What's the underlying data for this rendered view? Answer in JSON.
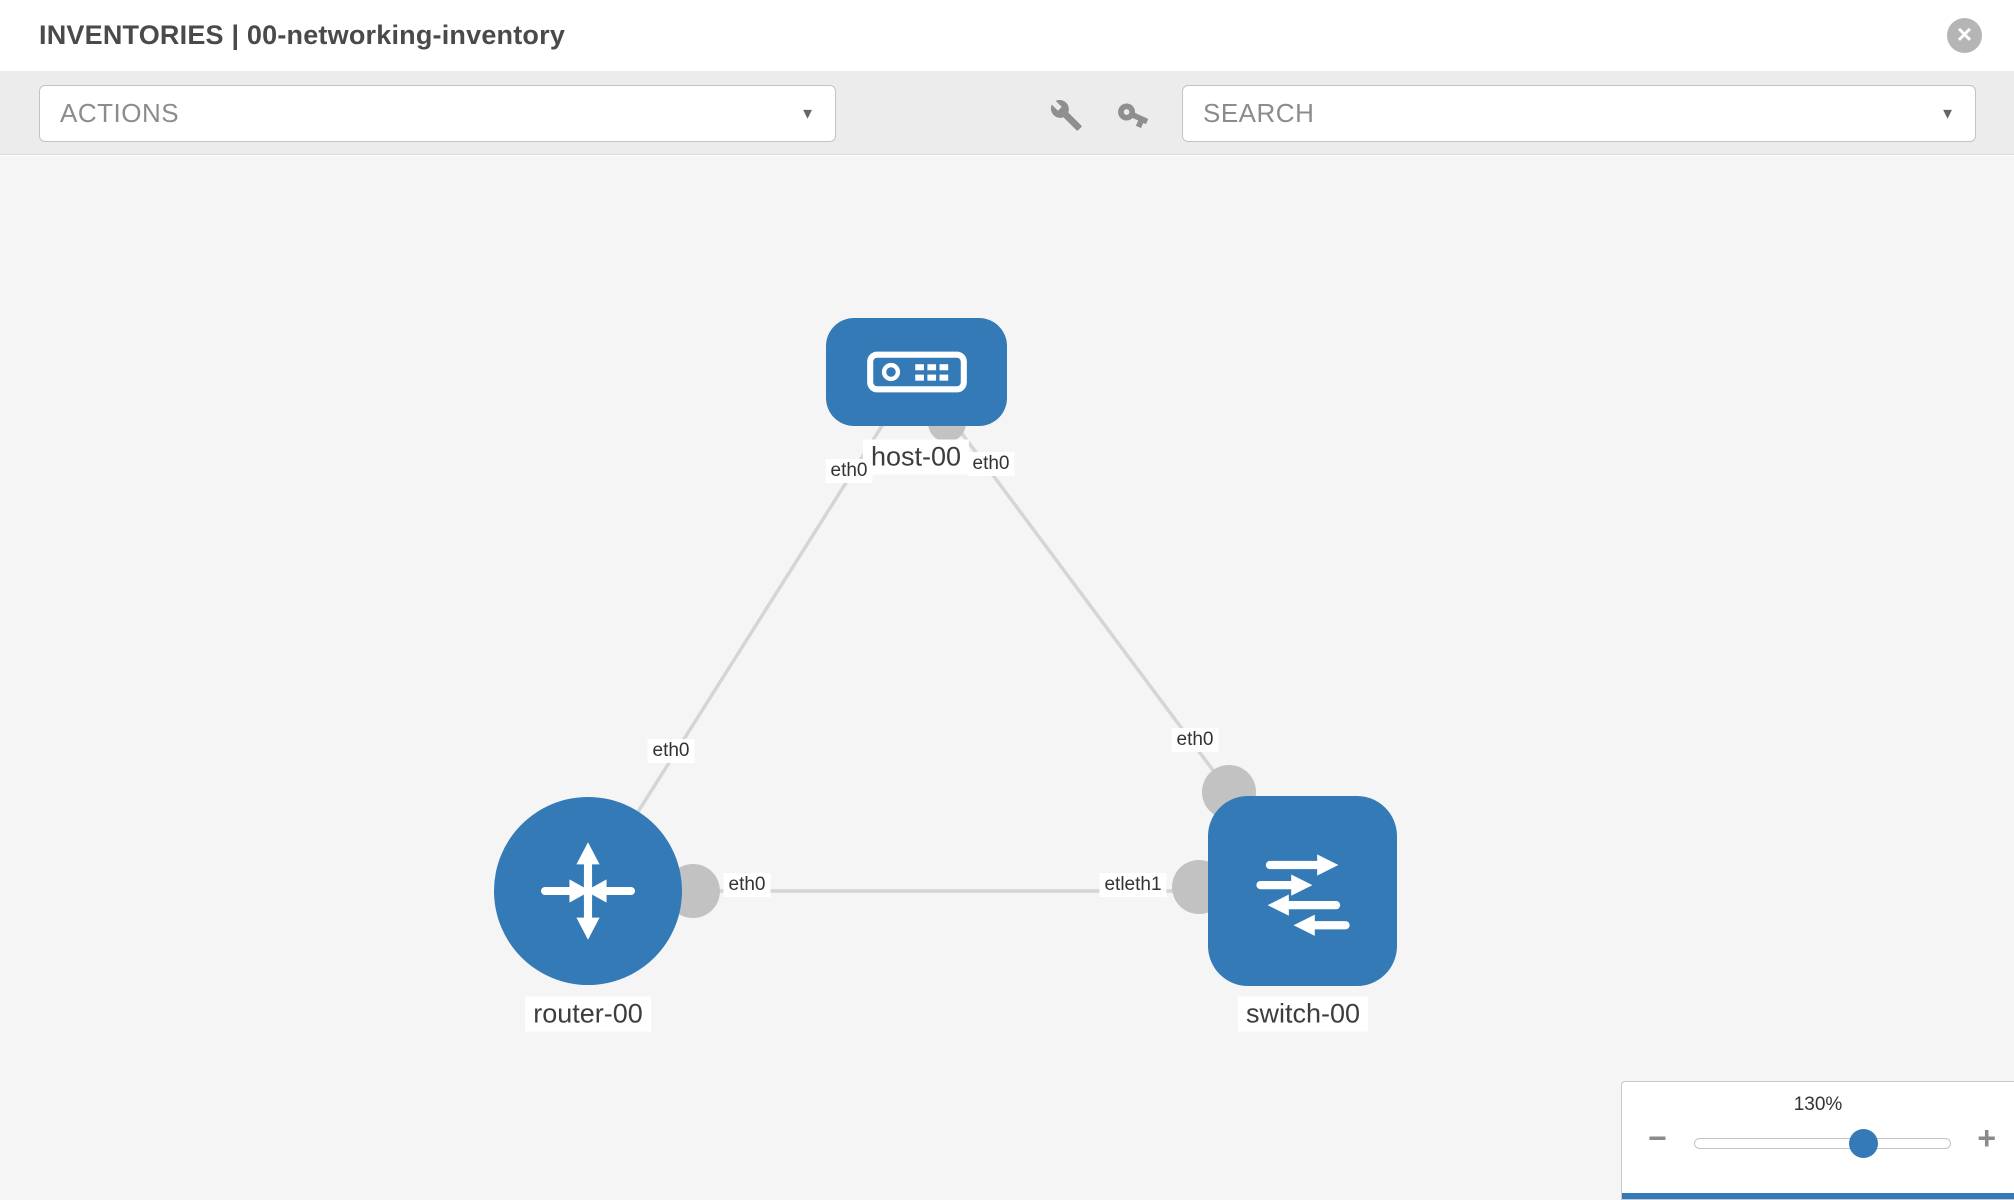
{
  "header": {
    "title": "INVENTORIES | 00-networking-inventory"
  },
  "toolbar": {
    "actions_label": "ACTIONS",
    "search_label": "SEARCH"
  },
  "icons": {
    "close_glyph": "×",
    "caret_glyph": "▼",
    "wrench": "wrench-icon",
    "key": "key-icon"
  },
  "topology": {
    "nodes": [
      {
        "label": "host-00",
        "type": "host"
      },
      {
        "label": "router-00",
        "type": "router"
      },
      {
        "label": "switch-00",
        "type": "switch"
      }
    ],
    "iface_labels": [
      {
        "text": "eth0"
      },
      {
        "text": "eth0"
      },
      {
        "text": "eth0"
      },
      {
        "text": "eth0"
      },
      {
        "text": "eth0"
      },
      {
        "text": "etleth1"
      }
    ]
  },
  "zoom": {
    "level": "130%",
    "minus_glyph": "−",
    "plus_glyph": "+"
  },
  "colors": {
    "node_blue": "#337ab7",
    "link": "#d5d5d5",
    "endpoint": "#c2c2c2",
    "canvas_bg": "#f5f5f5"
  }
}
